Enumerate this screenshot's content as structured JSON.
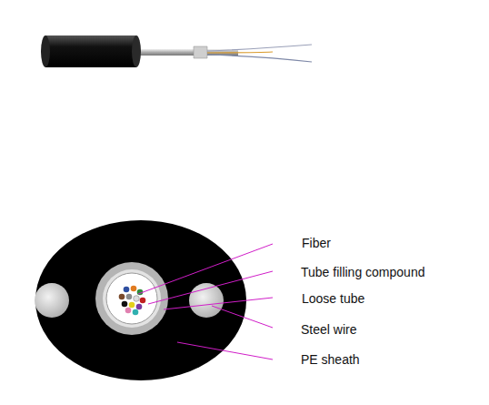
{
  "diagram": {
    "labels": [
      "Fiber",
      "Tube filling compound",
      "Loose tube",
      "Steel wire",
      "PE sheath"
    ]
  }
}
